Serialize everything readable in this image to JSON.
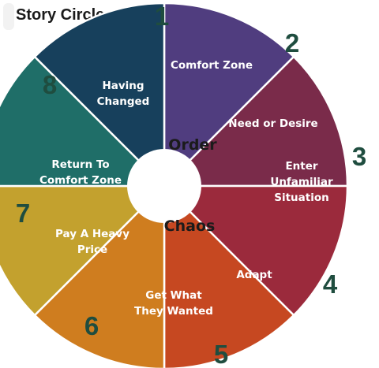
{
  "title": "Story Circle",
  "center": {
    "top": "Order",
    "bottom": "Chaos"
  },
  "segments": [
    {
      "number": "1",
      "label": [
        "Comfort Zone"
      ],
      "color": "#503d7f"
    },
    {
      "number": "2",
      "label": [
        "Need or Desire"
      ],
      "color": "#7a2b4a"
    },
    {
      "number": "3",
      "label": [
        "Enter",
        "Unfamiliar",
        "Situation"
      ],
      "color": "#9b2a3c"
    },
    {
      "number": "4",
      "label": [
        "Adapt"
      ],
      "color": "#c64821"
    },
    {
      "number": "5",
      "label": [
        "Get What",
        "They Wanted"
      ],
      "color": "#cf7d1f"
    },
    {
      "number": "6",
      "label": [
        "Pay A Heavy",
        "Price"
      ],
      "color": "#c3a12e"
    },
    {
      "number": "7",
      "label": [
        "Return To",
        "Comfort Zone"
      ],
      "color": "#1f6e68"
    },
    {
      "number": "8",
      "label": [
        "Having",
        "Changed"
      ],
      "color": "#17405c"
    }
  ]
}
